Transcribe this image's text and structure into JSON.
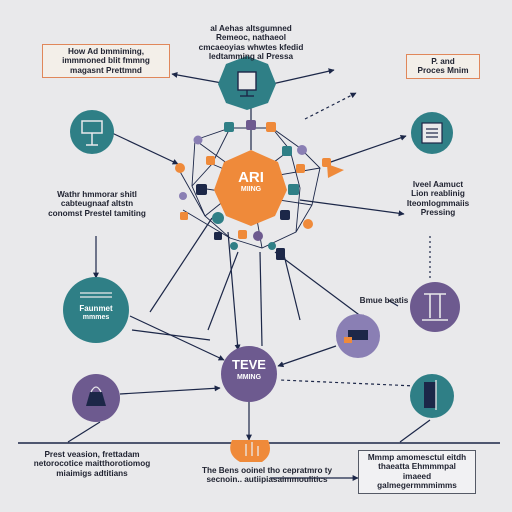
{
  "colors": {
    "teal": "#2f7f86",
    "orange": "#ef8a3a",
    "purple": "#6d5a8f",
    "navy": "#1c2748",
    "lavender": "#8a7fb4",
    "bg": "#e9e9eb"
  },
  "labels": {
    "top_left": "How Ad bmmiming,\nimmmoned blit fmmng\nmagasnt Prettmnd",
    "top_center": "al Aehas altsgumned\nRemeoc, nathaeol\ncmcaeoyias whwtes kfedid\nledtamming al Pressa",
    "top_right": "P. and\nProces Mnim",
    "mid_left": "Wathr hmmorar shitl\ncabteugnaaf altstn\nconomst Prestel tamiting",
    "mid_right": "Iveel Aamuct\nLion reablinig\nIteomlogmmaiis\nPressing",
    "right_small": "Bmue beatis",
    "bottom_left": "Prest veasion, frettadam\nnetorocotice maitthorotiomog\nmiaimigs adtitians",
    "bottom_center": "The Bens ooinel tho cepratmro ty\nsecnoin.. autiipiasaimmoulitics",
    "bottom_right": "Mmmp amomesctul eitdh\nthaeatta Ehmmmpal imaeed\ngalmegermmmimms"
  },
  "nodes": {
    "center_title": "ARI",
    "center_sub": "MIING",
    "bottom_title": "TEVE",
    "bottom_sub": "MMING",
    "left_title": "Faunmet",
    "left_sub": "mmmes"
  },
  "icons": [
    "presentation-board-icon",
    "document-board-icon",
    "list-document-icon",
    "podium-icon",
    "handbag-icon",
    "laptop-icon",
    "display-screen-icon",
    "flag-icon",
    "hand-icon"
  ]
}
